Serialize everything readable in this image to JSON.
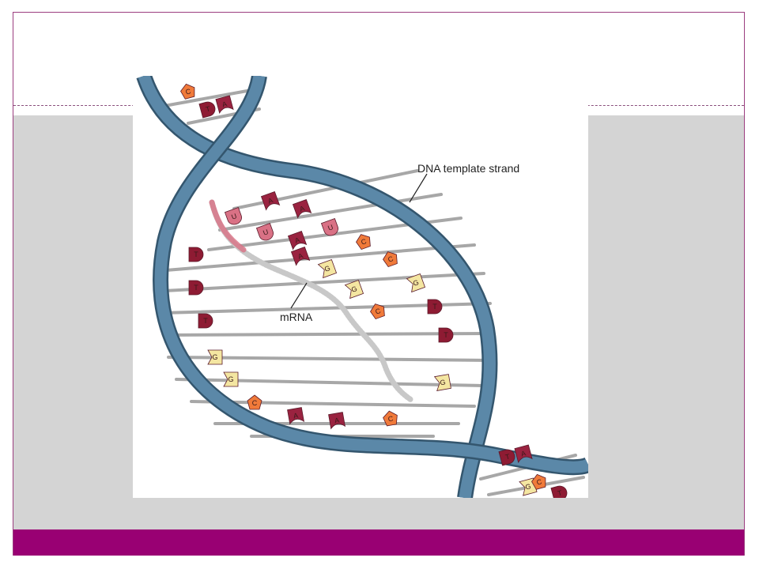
{
  "figure": {
    "labels": {
      "dna_template_strand": "DNA  template strand",
      "mrna": "mRNA"
    },
    "colors": {
      "backbone": "#5b88a8",
      "backbone_edge": "#34566e",
      "rung": "#a7a7a7",
      "mrna": "#c8c8c8",
      "base_T": "#8e1b33",
      "base_A": "#9a2340",
      "base_C": "#f07a3a",
      "base_G": "#f4e6a1",
      "base_U": "#d97185"
    },
    "bases": [
      {
        "letter": "C",
        "kind": "C"
      },
      {
        "letter": "T",
        "kind": "T"
      },
      {
        "letter": "A",
        "kind": "A"
      },
      {
        "letter": "U",
        "kind": "U"
      },
      {
        "letter": "A",
        "kind": "A"
      },
      {
        "letter": "A",
        "kind": "A"
      },
      {
        "letter": "U",
        "kind": "U"
      },
      {
        "letter": "A",
        "kind": "A"
      },
      {
        "letter": "U",
        "kind": "U"
      },
      {
        "letter": "A",
        "kind": "A"
      },
      {
        "letter": "C",
        "kind": "C"
      },
      {
        "letter": "G",
        "kind": "G"
      },
      {
        "letter": "C",
        "kind": "C"
      },
      {
        "letter": "G",
        "kind": "G"
      },
      {
        "letter": "G",
        "kind": "G"
      },
      {
        "letter": "C",
        "kind": "C"
      },
      {
        "letter": "T",
        "kind": "T"
      },
      {
        "letter": "T",
        "kind": "T"
      },
      {
        "letter": "T",
        "kind": "T"
      },
      {
        "letter": "T",
        "kind": "T"
      },
      {
        "letter": "T",
        "kind": "T"
      },
      {
        "letter": "G",
        "kind": "G"
      },
      {
        "letter": "G",
        "kind": "G"
      },
      {
        "letter": "G",
        "kind": "G"
      },
      {
        "letter": "C",
        "kind": "C"
      },
      {
        "letter": "A",
        "kind": "A"
      },
      {
        "letter": "A",
        "kind": "A"
      },
      {
        "letter": "C",
        "kind": "C"
      },
      {
        "letter": "T",
        "kind": "T"
      },
      {
        "letter": "A",
        "kind": "A"
      },
      {
        "letter": "G",
        "kind": "G"
      },
      {
        "letter": "C",
        "kind": "C"
      },
      {
        "letter": "T",
        "kind": "T"
      }
    ]
  }
}
